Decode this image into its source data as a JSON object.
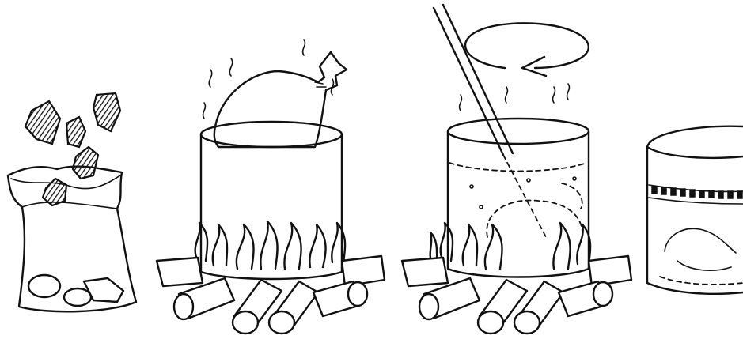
{
  "steps": [
    {
      "depicts": "bag-of-charcoal"
    },
    {
      "depicts": "bag-in-pot-over-fire"
    },
    {
      "depicts": "stirring-pot-over-fire"
    },
    {
      "depicts": "finished-pot"
    }
  ],
  "colors": {
    "ink": "#111111",
    "background": "#ffffff"
  }
}
